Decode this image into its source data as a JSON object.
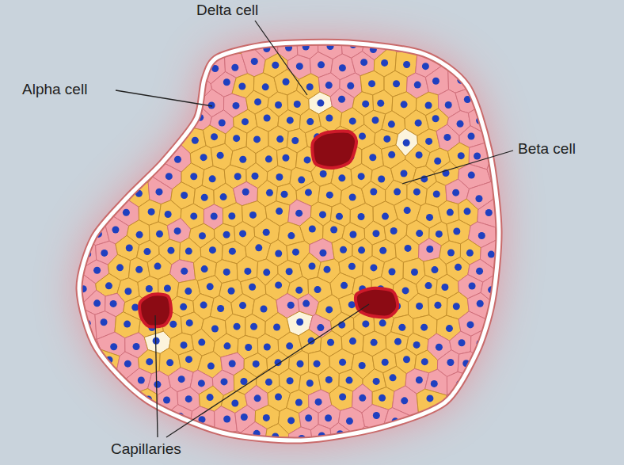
{
  "diagram": {
    "labels": [
      "Delta cell",
      "Alpha cell",
      "Beta cell",
      "Capillaries"
    ]
  }
}
